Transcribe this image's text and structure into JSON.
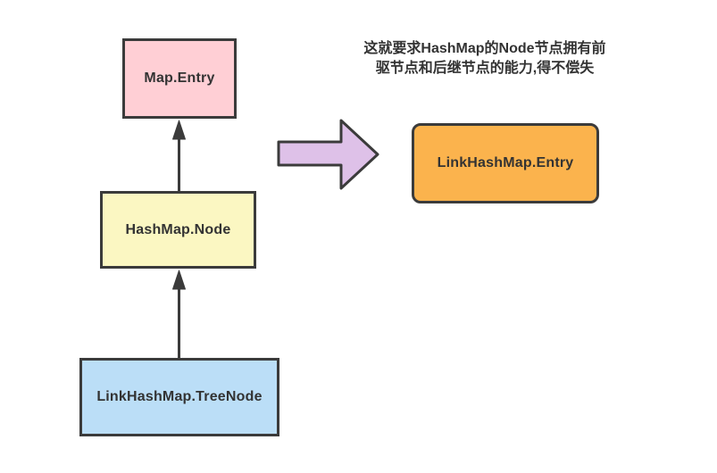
{
  "colors": {
    "background": "#ffffff",
    "stroke": "#3b3b3b",
    "label_text": "#333333",
    "annotation_text": "#333333",
    "node_pink": "#ffcfd5",
    "node_yellow": "#fbf7c2",
    "node_blue": "#bbdef7",
    "node_orange": "#fbb34d",
    "arrow_purple": "#dec1e8"
  },
  "diagram": {
    "annotation": {
      "line1": "这就要求HashMap的Node节点拥有前",
      "line2": "驱节点和后继节点的能力,得不偿失"
    },
    "nodes": [
      {
        "id": "map-entry",
        "label": "Map.Entry"
      },
      {
        "id": "hashmap-node",
        "label": "HashMap.Node"
      },
      {
        "id": "linkhashmap-treenode",
        "label": "LinkHashMap.TreeNode"
      },
      {
        "id": "linkhashmap-entry",
        "label": "LinkHashMap.Entry"
      }
    ],
    "edges": [
      {
        "from": "HashMap.Node",
        "to": "Map.Entry",
        "style": "solid-line-filled-arrow-up"
      },
      {
        "from": "LinkHashMap.TreeNode",
        "to": "HashMap.Node",
        "style": "solid-line-filled-arrow-up"
      }
    ],
    "transform_arrow": {
      "direction": "right"
    }
  }
}
